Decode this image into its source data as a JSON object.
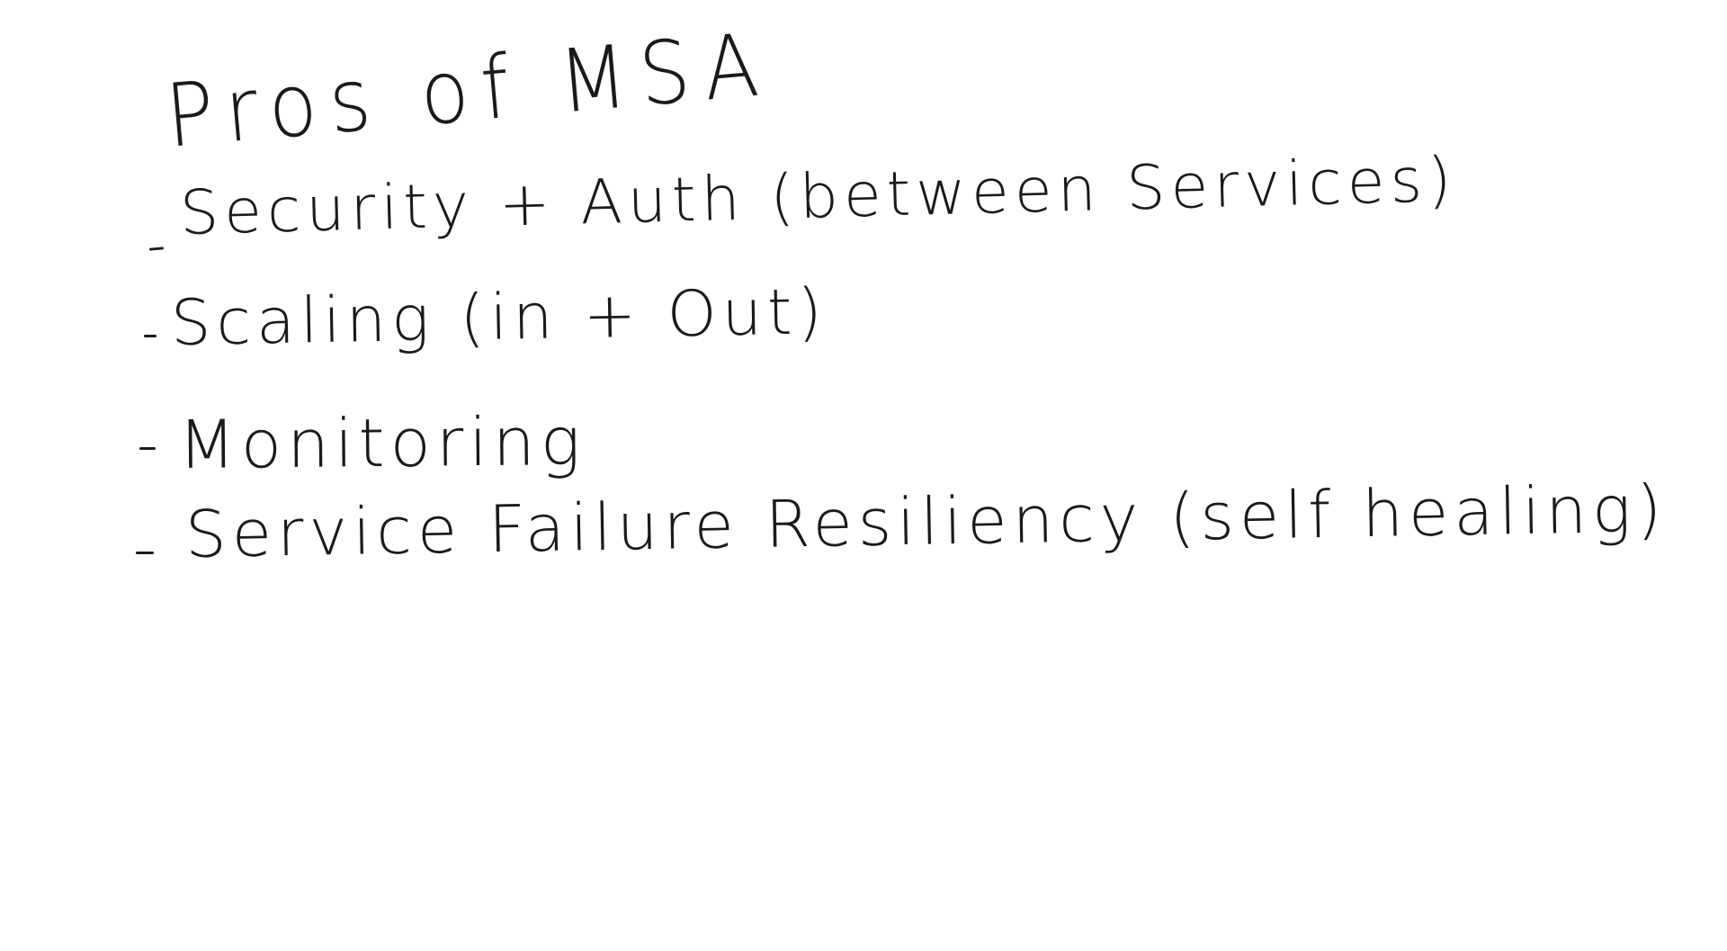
{
  "note": {
    "title": "Pros of MSA",
    "items": [
      "Security + Auth (between Services)",
      "Scaling (in + Out)",
      "Monitoring",
      "Service Failure Resiliency (self healing)"
    ],
    "ink_color": "#1a1a1a",
    "background": "#ffffff"
  }
}
